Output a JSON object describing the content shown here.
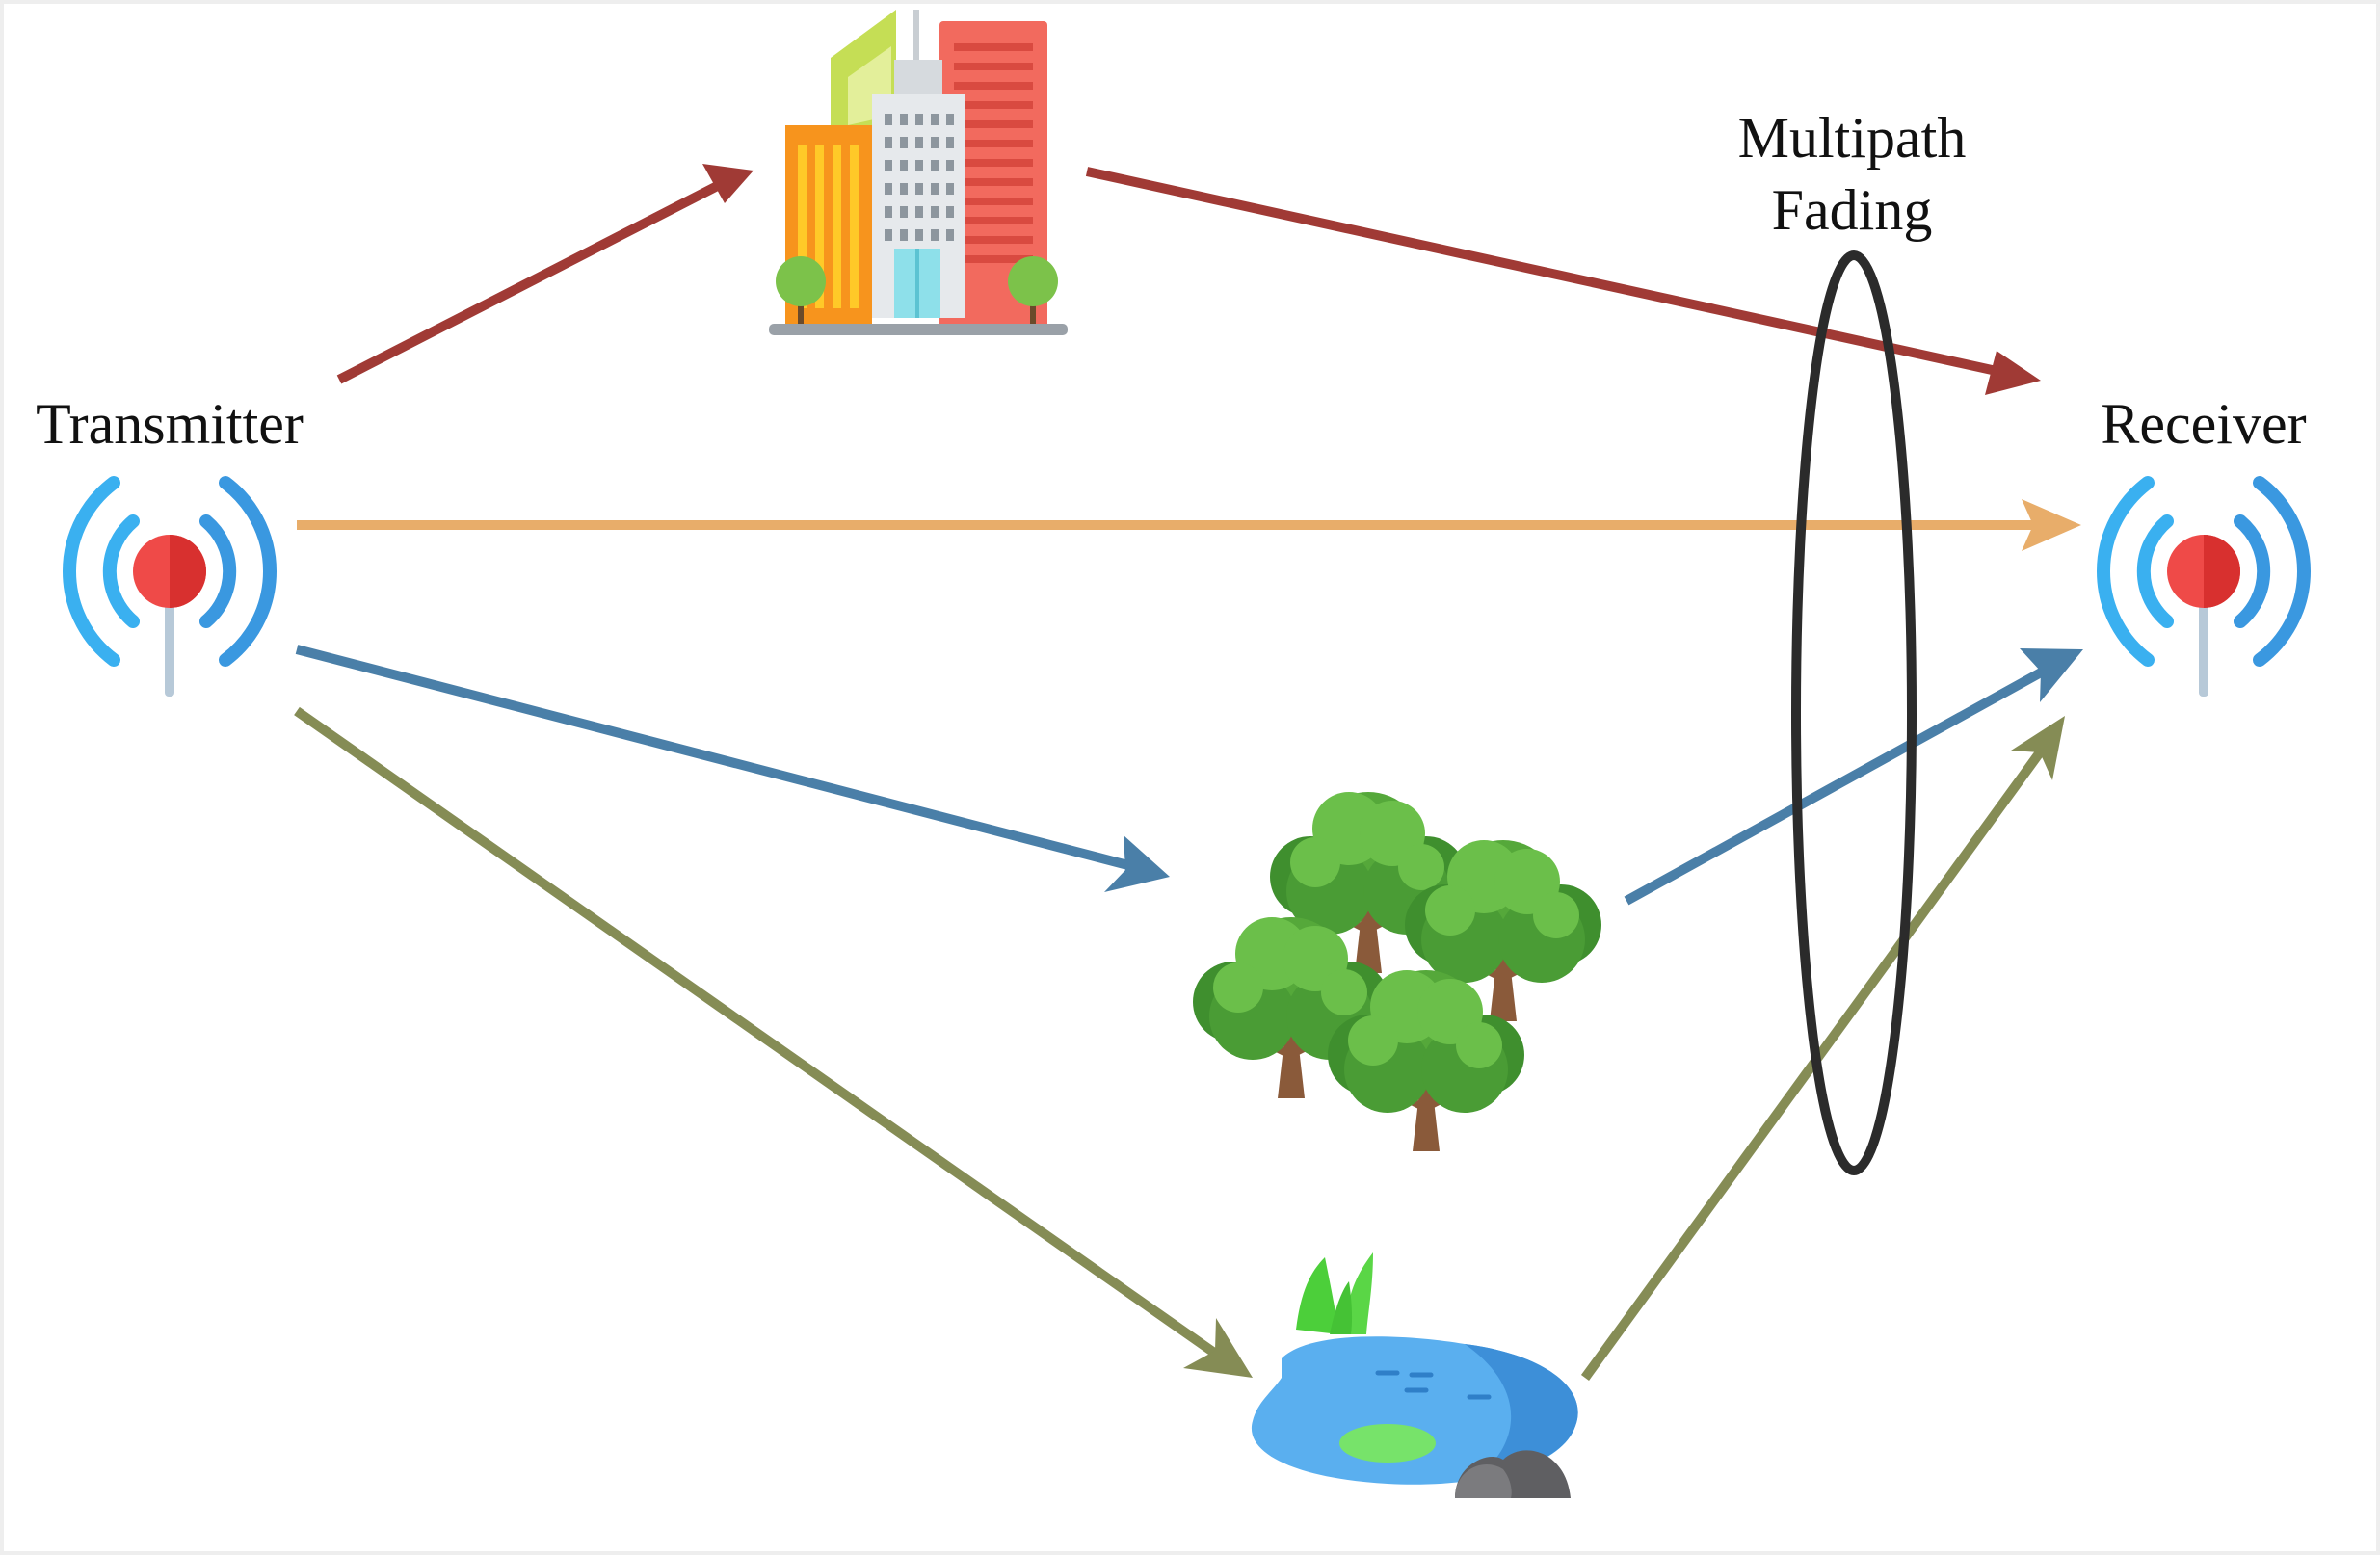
{
  "labels": {
    "transmitter": "Transmitter",
    "receiver": "Receiver",
    "fading_line1": "Multipath",
    "fading_line2": "Fading"
  },
  "colors": {
    "building_path": "#a03a35",
    "direct_path": "#e8ad6a",
    "trees_path": "#4a7fa8",
    "lake_path": "#858c55",
    "antenna_waves": "#3aa6ec",
    "antenna_head": "#e8393b",
    "ellipse": "#2b2b2b"
  },
  "icons": [
    "antenna-icon",
    "buildings-icon",
    "trees-icon",
    "lake-icon"
  ]
}
